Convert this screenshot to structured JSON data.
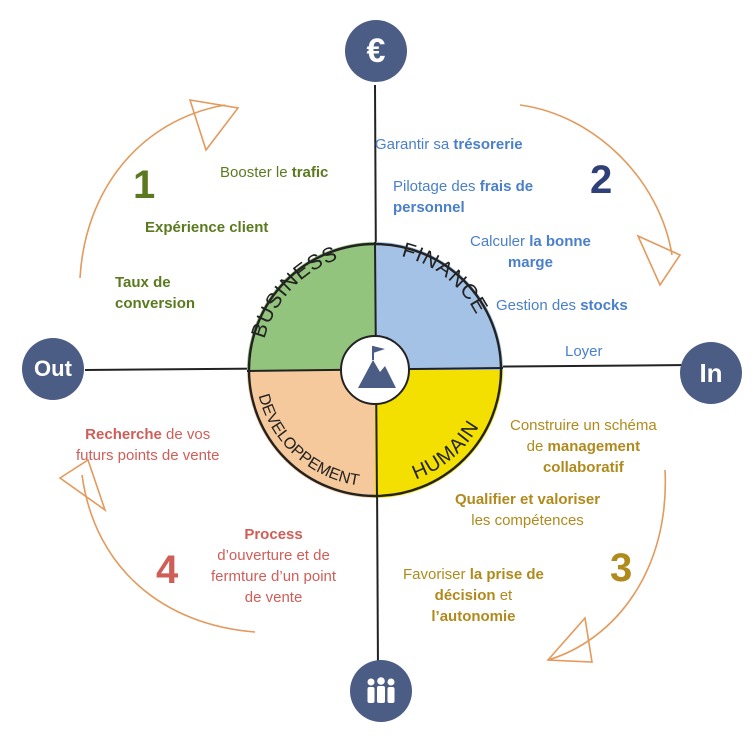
{
  "hubs": {
    "top": {
      "icon": "euro-icon",
      "label": "€"
    },
    "left": {
      "label": "Out"
    },
    "right": {
      "label": "In"
    },
    "bottom": {
      "icon": "people-icon"
    }
  },
  "center": {
    "icon": "mountain-flag-icon"
  },
  "quadrants": [
    {
      "id": "business",
      "label": "BUSINESS",
      "color": "#93c47d"
    },
    {
      "id": "finance",
      "label": "FINANCE",
      "color": "#a4c2e6"
    },
    {
      "id": "humain",
      "label": "HUMAIN",
      "color": "#f4e000"
    },
    {
      "id": "developpement",
      "label": "DEVELOPPEMENT",
      "color": "#f5c99b"
    }
  ],
  "numbers": {
    "n1": "1",
    "n2": "2",
    "n3": "3",
    "n4": "4"
  },
  "colors": {
    "green": "#5b7a1f",
    "blue": "#4a7fc9",
    "gold": "#b08a1d",
    "red": "#cf5e58",
    "arrow": "#e39a5c",
    "hub": "#4c5d85"
  },
  "business": {
    "b1a": "Booster le ",
    "b1b": "trafic",
    "b2": "Expérience client",
    "b3": "Taux de",
    "b3b": "conversion"
  },
  "finance": {
    "f1a": "Garantir sa ",
    "f1b": "trésorerie",
    "f2a": "Pilotage des ",
    "f2b": "frais de",
    "f2c": "personnel",
    "f3a": "Calculer ",
    "f3b": "la bonne",
    "f3c": "marge",
    "f4a": "Gestion des ",
    "f4b": "stocks",
    "f5": "Loyer"
  },
  "humain": {
    "h1a": "Construire un schéma",
    "h1b": "de ",
    "h1c": "management",
    "h1d": "collaboratif",
    "h2a": "Qualifier et valoriser",
    "h2b": "les compétences",
    "h3a": "Favoriser ",
    "h3b": "la prise de",
    "h3c": "décision",
    "h3d": " et",
    "h3e": "l’autonomie"
  },
  "developpement": {
    "d1a": "Recherche",
    "d1b": " de vos",
    "d1c": "futurs points de vente",
    "d2a": "Process",
    "d2b": "d’ouverture et de",
    "d2c": "fermture d’un point",
    "d2d": "de vente"
  }
}
